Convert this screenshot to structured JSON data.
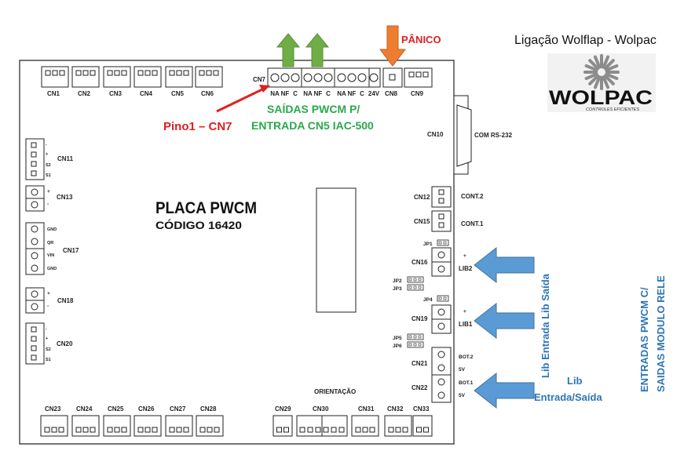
{
  "header": {
    "title": "Ligação Wolflap - Wolpac",
    "logo_text": "WOLPAC",
    "logo_tagline": "CONTROLES EFICIENTES"
  },
  "board": {
    "name": "PLACA PWCM",
    "code": "CÓDIGO 16420",
    "orientation": "ORIENTAÇÃO",
    "com_label": "COM  RS-232"
  },
  "top_connectors": [
    "CN1",
    "CN2",
    "CN3",
    "CN4",
    "CN5",
    "CN6"
  ],
  "cn7": {
    "label": "CN7",
    "pins": [
      "NA",
      "NF",
      "C",
      "NA",
      "NF",
      "C",
      "NA",
      "NF",
      "C",
      "24V"
    ]
  },
  "cn8_label": "CN8",
  "cn9_label": "CN9",
  "cn10_label": "CN10",
  "left_connectors": {
    "cn11": {
      "label": "CN11",
      "pins": [
        "-",
        "+",
        "S2",
        "S1"
      ]
    },
    "cn13": {
      "label": "CN13",
      "pins": [
        "+",
        "-"
      ]
    },
    "cn17": {
      "label": "CN17",
      "pins": [
        "GND",
        "QR",
        "VIN",
        "GND"
      ]
    },
    "cn18": {
      "label": "CN18",
      "pins": [
        "+",
        "-"
      ]
    },
    "cn20": {
      "label": "CN20",
      "pins": [
        "-",
        "+",
        "S2",
        "S1"
      ]
    }
  },
  "right_connectors": {
    "cn12": {
      "label": "CN12",
      "desc": "CONT.2"
    },
    "cn15": {
      "label": "CN15",
      "desc": "CONT.1"
    },
    "cn16": {
      "label": "CN16",
      "plus": "+",
      "desc": "LIB2"
    },
    "cn19": {
      "label": "CN19",
      "plus": "+",
      "desc": "LIB1"
    },
    "cn21": {
      "label": "CN21",
      "top": "BOT.2",
      "bottom": "5V"
    },
    "cn22": {
      "label": "CN22",
      "top": "BOT.1",
      "bottom": "5V"
    }
  },
  "jumpers": [
    "JP1",
    "JP2",
    "JP3",
    "JP4",
    "JP5",
    "JP6"
  ],
  "bottom_connectors": [
    "CN23",
    "CN24",
    "CN25",
    "CN26",
    "CN27",
    "CN28",
    "CN29",
    "CN30",
    "CN31",
    "CN32",
    "CN33"
  ],
  "annotations": {
    "panic": "PÂNICO",
    "pin1": "Pino1 – CN7",
    "outputs_line1": "SAÍDAS PWCM P/",
    "outputs_line2": "ENTRADA CN5 IAC-500",
    "lib_vertical": "Lib Entrada Lib Saída",
    "lib_line1": "Lib",
    "lib_line2": "Entrada/Saída",
    "inputs_line1": "ENTRADAS PWCM C/",
    "inputs_line2": "SAIDAS MODULO RELE"
  },
  "colors": {
    "arrow_green": "#70ad47",
    "arrow_orange": "#ed7d31",
    "arrow_blue": "#5b9bd5",
    "text_red": "#e02020",
    "text_green": "#2aa84a",
    "text_blue": "#2e75b6"
  }
}
